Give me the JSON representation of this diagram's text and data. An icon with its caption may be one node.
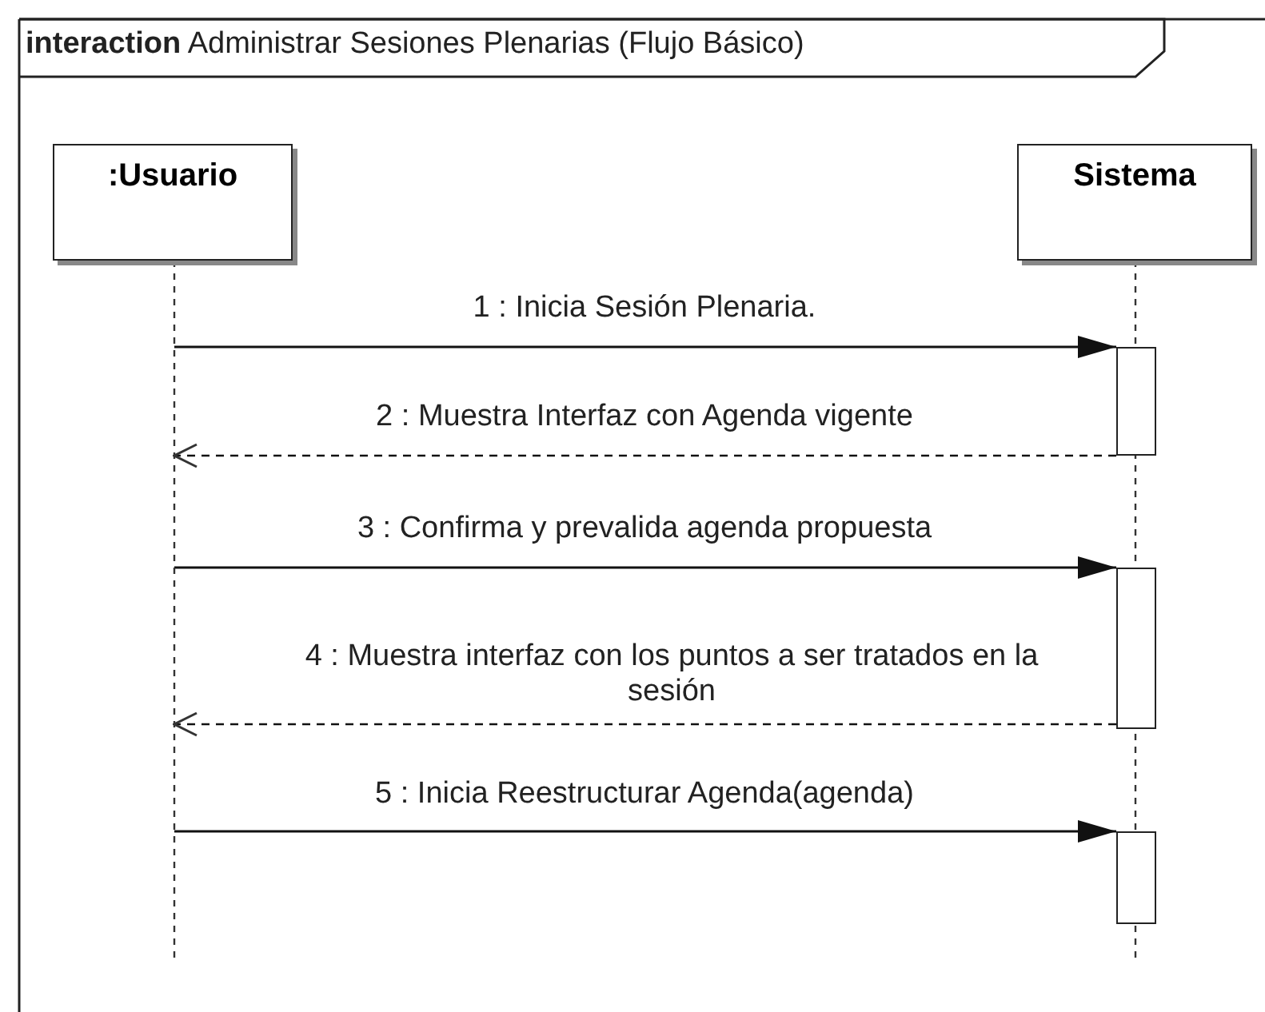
{
  "diagram": {
    "title": "**interaction** Administrar Sesiones Plenarias (Flujo Básico)",
    "nodes": [
      {
        "text": [
          ":Usuario"
        ]
      },
      {
        "text": [
          "Sistema"
        ]
      },
      {
        "text": [],
        "shape": "bar",
        "in": 1
      },
      {
        "text": [],
        "shape": "bar",
        "in": 1
      },
      {
        "text": [],
        "shape": "bar",
        "in": 1
      }
    ],
    "edges": [
      {
        "from": 0,
        "to": 2,
        "arrow": "to",
        "label": "1 : Inicia Sesión Plenaria."
      },
      {
        "from": 2,
        "to": 0,
        "arrow": "to",
        "label": "2 : Muestra Interfaz con Agenda vigente",
        "style": "dashed"
      },
      {
        "from": 0,
        "to": 3,
        "arrow": "to",
        "label": "3 : Confirma y prevalida agenda propuesta"
      },
      {
        "from": 3,
        "to": 0,
        "arrow": "to",
        "label": "4 : Muestra interfaz con los puntos a ser tratados en la sesión",
        "style": "dashed"
      },
      {
        "from": 0,
        "to": 4,
        "arrow": "to",
        "label": "5 : Inicia Reestructurar Agenda(agenda)"
      }
    ]
  }
}
